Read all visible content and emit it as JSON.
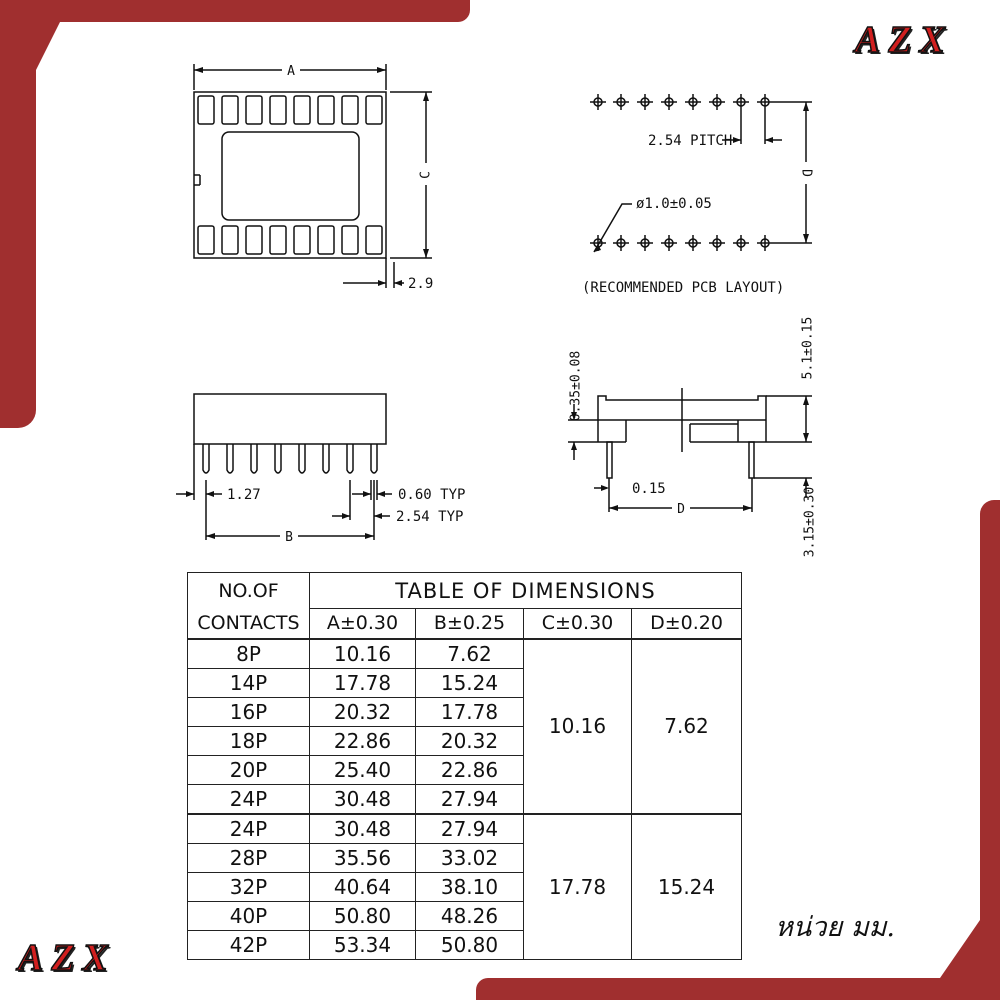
{
  "brand": {
    "logo_text": "AZX"
  },
  "top_view": {
    "label_a": "A",
    "label_c": "C",
    "dim_offset": "2.9"
  },
  "pcb_layout": {
    "pitch_label": "2.54 PITCH",
    "hole_label": "ø1.0±0.05",
    "label_d": "D",
    "caption": "(RECOMMENDED PCB LAYOUT)"
  },
  "front_view": {
    "dim_pin_start": "1.27",
    "dim_pin_width": "0.60 TYP",
    "dim_pin_pitch": "2.54 TYP",
    "label_b": "B"
  },
  "side_view": {
    "dim_total_height": "5.1±0.15",
    "dim_thickness": "0.35±0.08",
    "dim_pin_offset": "0.15",
    "label_d": "D",
    "dim_pin_length": "3.15±0.30"
  },
  "table": {
    "header_contacts_line1": "NO.OF",
    "header_contacts_line2": "CONTACTS",
    "title": "TABLE OF DIMENSIONS",
    "col_a": "A±0.30",
    "col_b": "B±0.25",
    "col_c": "C±0.30",
    "col_d": "D±0.20",
    "groups": [
      {
        "c": "10.16",
        "d": "7.62",
        "rows": [
          {
            "contacts": "8P",
            "a": "10.16",
            "b": "7.62"
          },
          {
            "contacts": "14P",
            "a": "17.78",
            "b": "15.24"
          },
          {
            "contacts": "16P",
            "a": "20.32",
            "b": "17.78"
          },
          {
            "contacts": "18P",
            "a": "22.86",
            "b": "20.32"
          },
          {
            "contacts": "20P",
            "a": "25.40",
            "b": "22.86"
          },
          {
            "contacts": "24P",
            "a": "30.48",
            "b": "27.94"
          }
        ]
      },
      {
        "c": "17.78",
        "d": "15.24",
        "rows": [
          {
            "contacts": "24P",
            "a": "30.48",
            "b": "27.94"
          },
          {
            "contacts": "28P",
            "a": "35.56",
            "b": "33.02"
          },
          {
            "contacts": "32P",
            "a": "40.64",
            "b": "38.10"
          },
          {
            "contacts": "40P",
            "a": "50.80",
            "b": "48.26"
          },
          {
            "contacts": "42P",
            "a": "53.34",
            "b": "50.80"
          }
        ]
      }
    ]
  },
  "unit_note": "หน่วย มม.",
  "colors": {
    "frame": "#a02f2f",
    "logo": "#d11f1f",
    "ink": "#111111"
  }
}
